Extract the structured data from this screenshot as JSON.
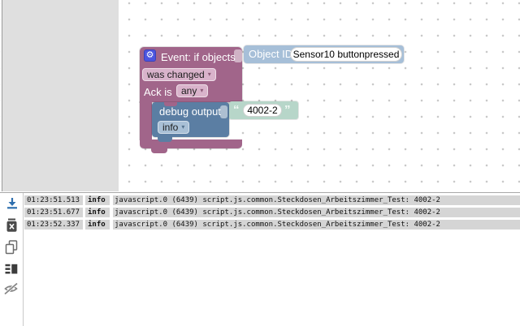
{
  "colors": {
    "event_block": "#a1658a",
    "action_block": "#5b7ea3",
    "text_block": "#b7d6c9",
    "object_id_block": "#a6bfd8",
    "gear_badge": "#4c55e0",
    "log_row_bg": "#d5d5d5",
    "download_icon_blue": "#2f6fae"
  },
  "blocks": {
    "dropdown_arrow": "▾",
    "event": {
      "gear_glyph": "⚙",
      "title": "Event: if objects",
      "object_id_label": "Object ID",
      "object_id_value": "Sensor10 buttonpressed",
      "change_type": "was changed",
      "ack_label": "Ack is",
      "ack_value": "any"
    },
    "debug": {
      "title": "debug output",
      "level": "info",
      "text": "4002-2",
      "quote_open": "“",
      "quote_close": "”"
    }
  },
  "log": {
    "toolbar_icons": [
      "download-log",
      "clear-log",
      "copy-log",
      "log-columns",
      "hide-log"
    ],
    "rows": [
      {
        "time": "01:23:51.513",
        "severity": "info",
        "message": "javascript.0 (6439) script.js.common.Steckdosen_Arbeitszimmer_Test: 4002-2"
      },
      {
        "time": "01:23:51.677",
        "severity": "info",
        "message": "javascript.0 (6439) script.js.common.Steckdosen_Arbeitszimmer_Test: 4002-2"
      },
      {
        "time": "01:23:52.337",
        "severity": "info",
        "message": "javascript.0 (6439) script.js.common.Steckdosen_Arbeitszimmer_Test: 4002-2"
      }
    ]
  }
}
